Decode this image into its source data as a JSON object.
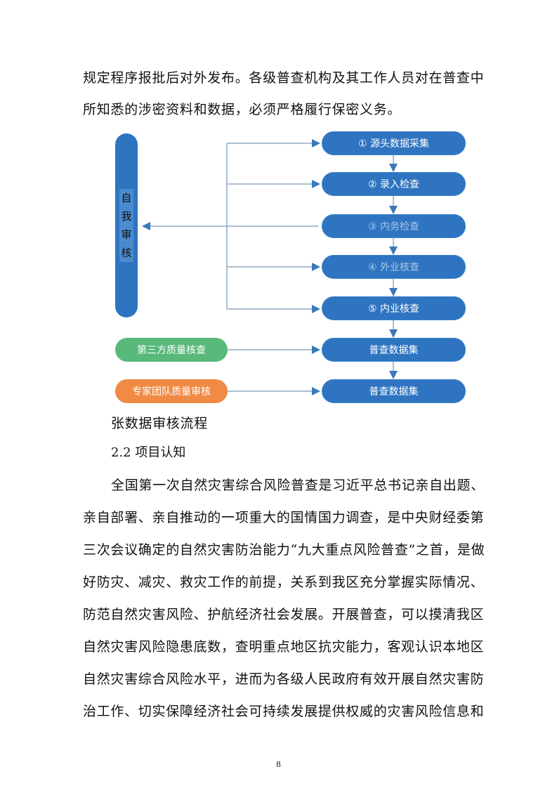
{
  "intro": {
    "line1": "规定程序报批后对外发布。各级普查机构及其工作人员对在普查中",
    "line2": "所知悉的涉密资料和数据，必须严格履行保密义务。"
  },
  "diagram": {
    "self_review": [
      "自",
      "我",
      "审",
      "核"
    ],
    "steps": [
      {
        "label": "① 源头数据采集",
        "faded": false
      },
      {
        "label": "② 录入检查",
        "faded": false
      },
      {
        "label": "③ 内务检查",
        "faded": true
      },
      {
        "label": "④ 外业核查",
        "faded": true
      },
      {
        "label": "⑤ 内业核查",
        "faded": false
      }
    ],
    "outputs": [
      {
        "source": "第三方质量核查",
        "target": "普查数据集",
        "source_color": "#58b97a"
      },
      {
        "source": "专家团队质量审核",
        "target": "普查数据集",
        "source_color": "#f08a45"
      }
    ],
    "colors": {
      "blue": "#2f74c0",
      "green": "#58b97a",
      "orange": "#f08a45",
      "line": "#8fa9c4"
    }
  },
  "caption": "张数据审核流程",
  "section_heading": "2.2 项目认知",
  "body": {
    "lines": [
      "全国第一次自然灾害综合风险普查是习近平总书记亲自出题、",
      "亲自部署、亲自推动的一项重大的国情国力调查，是中央财经委第",
      "三次会议确定的自然灾害防治能力“九大重点风险普查”之首，是做",
      "好防灾、减灾、救灾工作的前提，关系到我区充分掌握实际情况、",
      "防范自然灾害风险、护航经济社会发展。开展普查，可以摸清我区",
      "自然灾害风险隐患底数，查明重点地区抗灾能力，客观认识本地区",
      "自然灾害综合风险水平，进而为各级人民政府有效开展自然灾害防",
      "治工作、切实保障经济社会可持续发展提供权威的灾害风险信息和"
    ]
  },
  "page_number": "8"
}
